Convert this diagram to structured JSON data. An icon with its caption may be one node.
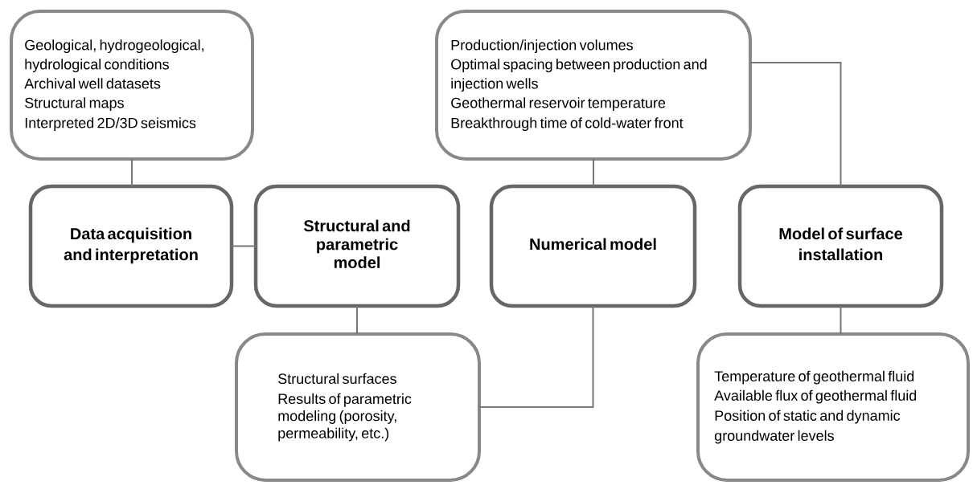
{
  "diagram": {
    "nodes": [
      {
        "text": [
          "Geological, hydrogeological, hydrological conditions",
          "Archival well datasets",
          "Structural maps",
          "Interpreted 2D/3D seismics"
        ]
      },
      {
        "text": [
          "Data acquisition and interpretation"
        ]
      },
      {
        "text": [
          "Structural and parametric model"
        ]
      },
      {
        "text": [
          "Production/injection volumes",
          "Optimal spacing between production and injection wells",
          "Geothermal reservoir temperature",
          "Breakthrough time of cold-water front"
        ]
      },
      {
        "text": [
          "Numerical model"
        ]
      },
      {
        "text": [
          "Model of surface installation"
        ]
      },
      {
        "text": [
          "Structural surfaces",
          "Results of parametric modeling (porosity, permeability, etc.)"
        ]
      },
      {
        "text": [
          "Temperature of geothermal fluid",
          "Available flux of geothermal fluid",
          "Position of static and dynamic groundwater levels"
        ]
      }
    ],
    "edges": [
      {
        "from": 0,
        "to": 1,
        "arrow": "none"
      },
      {
        "from": 1,
        "to": 2,
        "arrow": "none"
      },
      {
        "from": 2,
        "to": 6,
        "arrow": "none"
      },
      {
        "from": 3,
        "to": 4,
        "arrow": "none"
      },
      {
        "from": 3,
        "to": 5,
        "arrow": "none"
      },
      {
        "from": 4,
        "to": 6,
        "arrow": "none"
      },
      {
        "from": 5,
        "to": 7,
        "arrow": "none"
      }
    ]
  }
}
